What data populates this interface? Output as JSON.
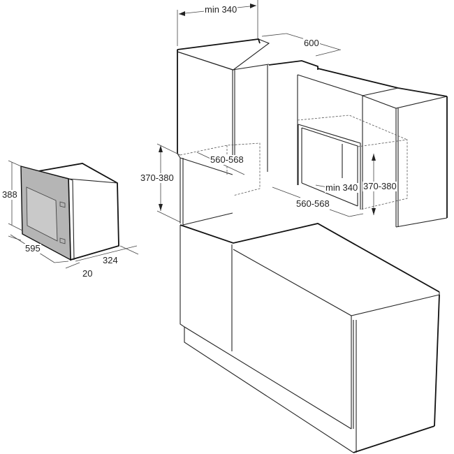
{
  "diagram": {
    "type": "built-in microwave installation dimensions",
    "units": "mm",
    "appliance": {
      "height_label": "388",
      "width_label": "595",
      "depth_label": "324",
      "frame_depth_label": "20"
    },
    "tall_cabinet_installation": {
      "min_depth_label": "min 340",
      "niche_width_label": "560-568",
      "niche_height_label": "370-380"
    },
    "wall_cabinet_installation": {
      "cabinet_depth_label": "600",
      "min_depth_label": "min 340",
      "niche_width_label": "560-568",
      "niche_height_label": "370-380"
    },
    "colors": {
      "line": "#222222",
      "appliance_front": "#b5b5b5",
      "background": "#ffffff"
    }
  }
}
